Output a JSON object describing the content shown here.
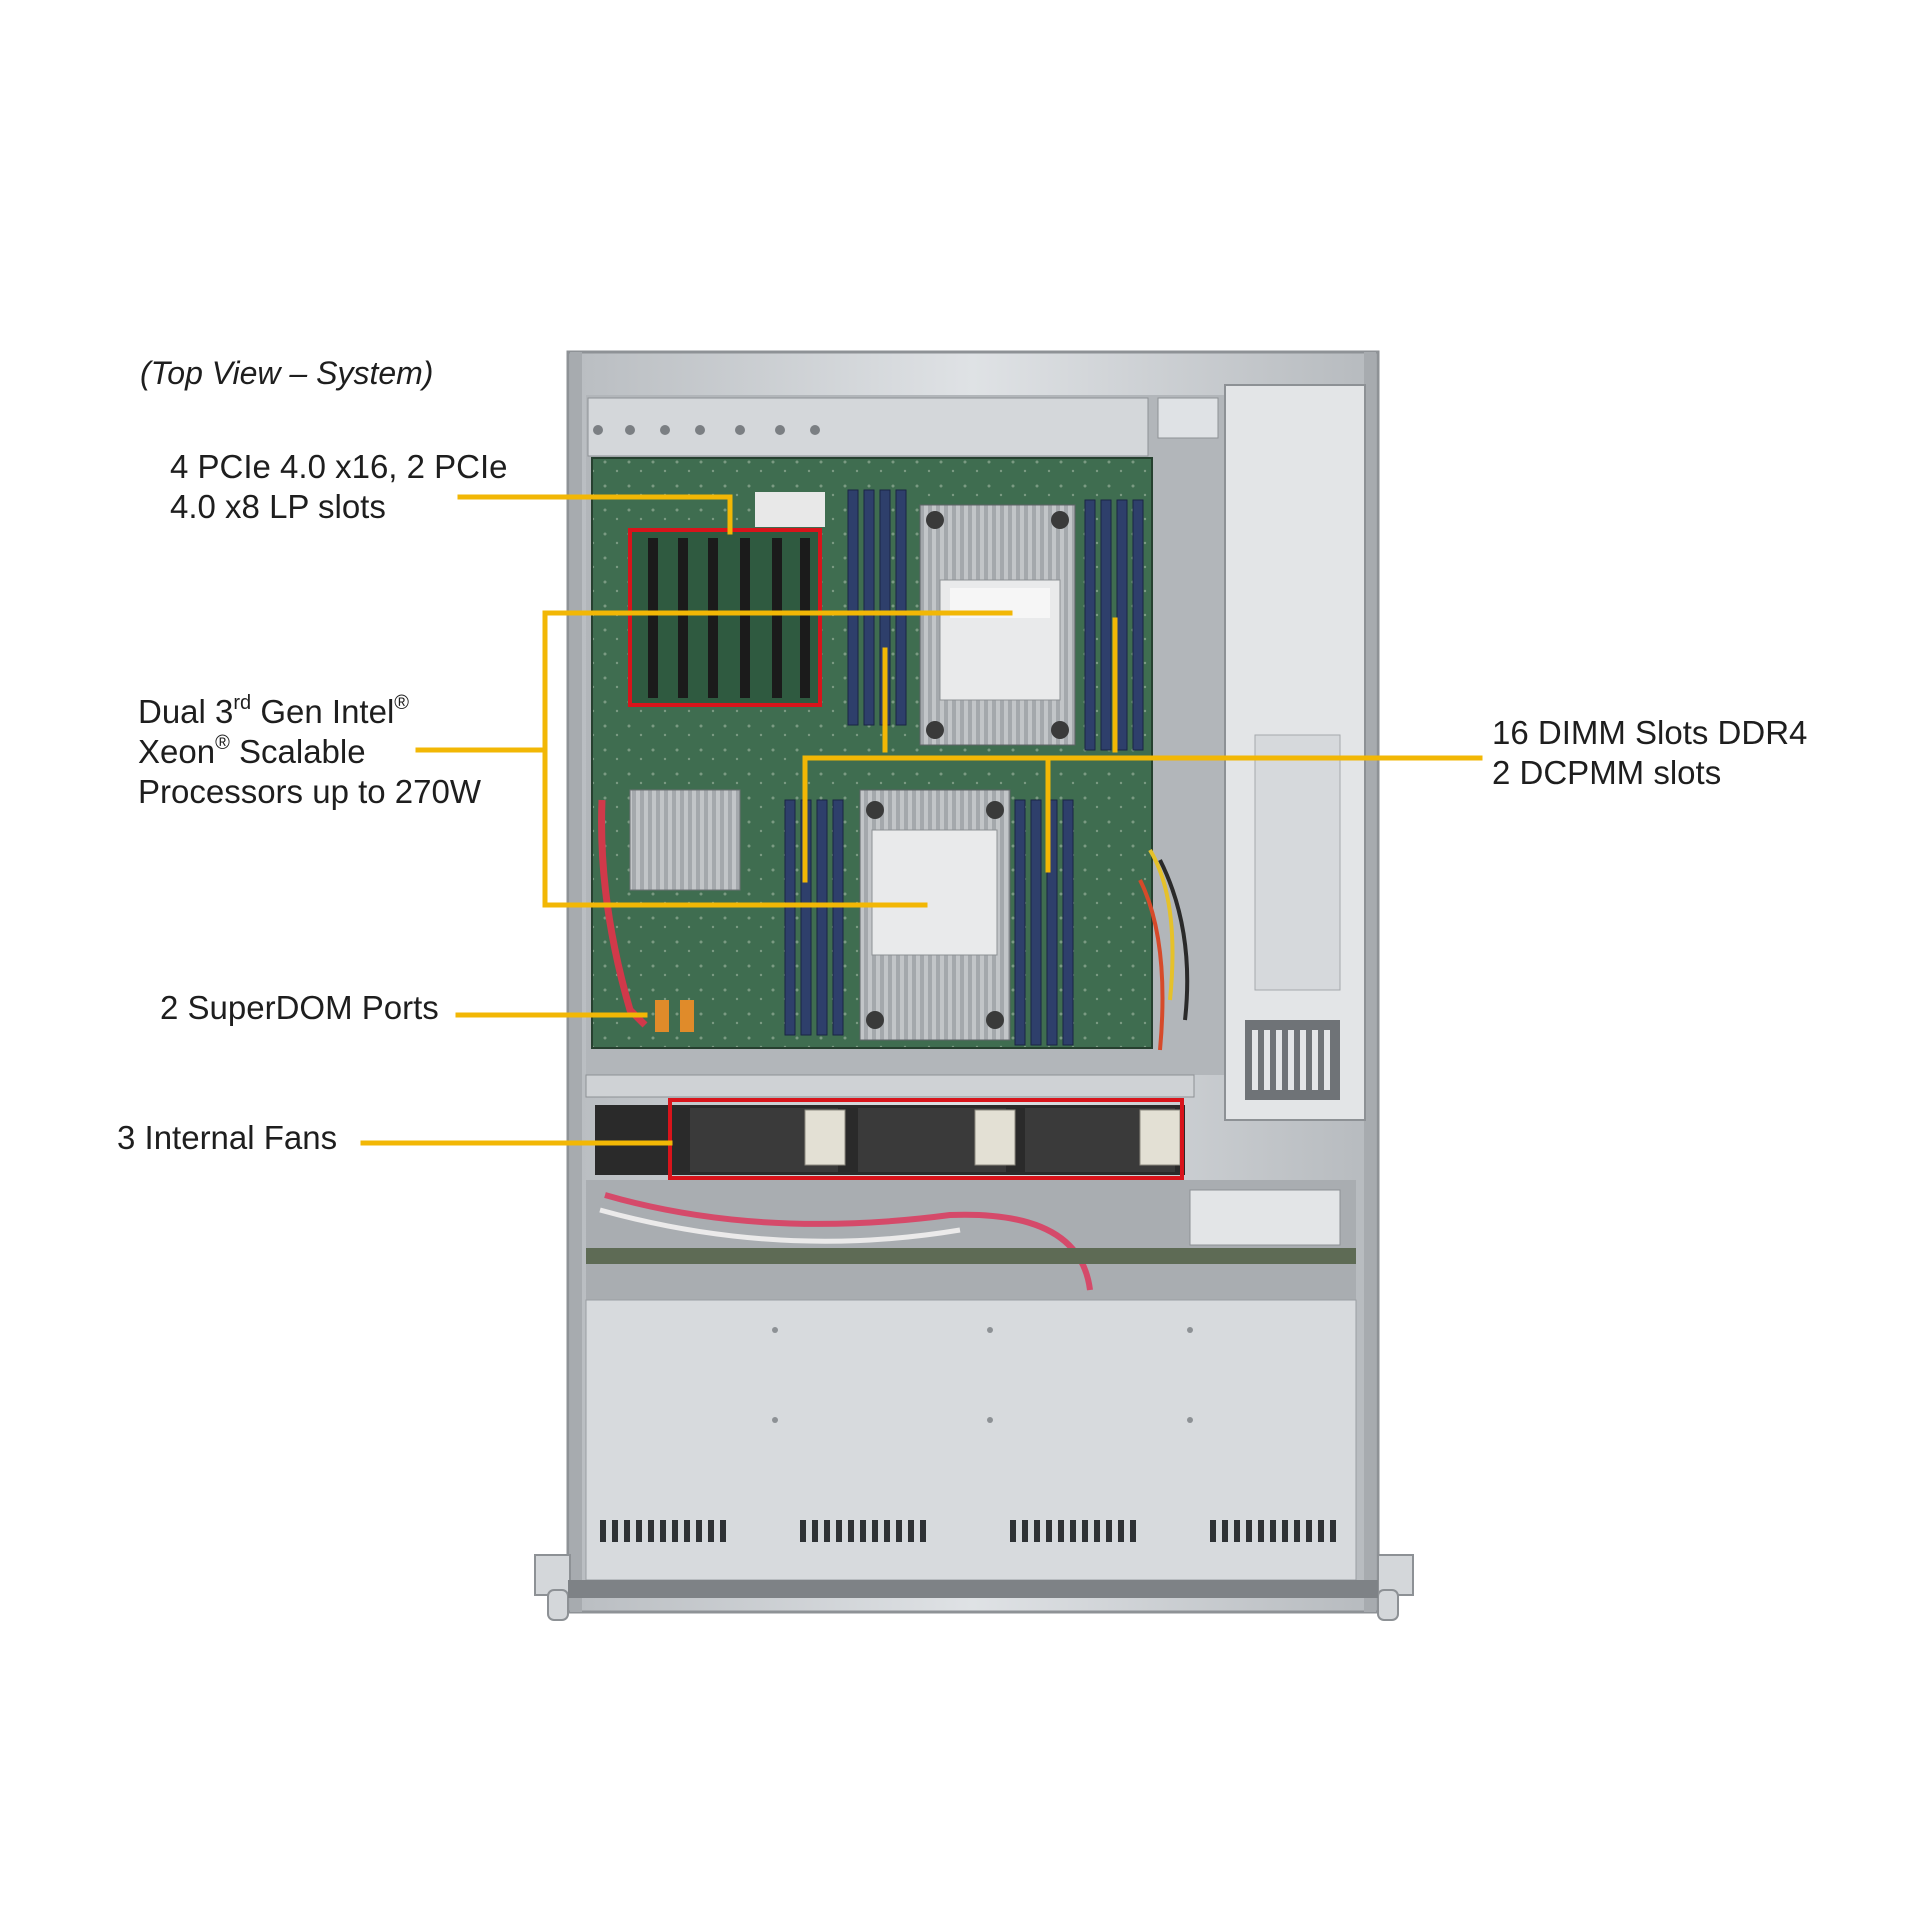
{
  "title": "(Top View – System)",
  "callouts": {
    "pcie": {
      "line1": "4 PCIe 4.0 x16, 2 PCIe",
      "line2": "4.0 x8 LP slots"
    },
    "cpu": {
      "line1_pre": "Dual 3",
      "line1_sup": "rd",
      "line1_mid": " Gen Intel",
      "line1_reg": "®",
      "line2_pre": "Xeon",
      "line2_reg": "®",
      "line2_post": " Scalable",
      "line3": "Processors up to 270W"
    },
    "dimm": {
      "line1": "16 DIMM  Slots DDR4",
      "line2": "2 DCPMM slots"
    },
    "superdom": {
      "line1": "2 SuperDOM  Ports"
    },
    "fans": {
      "line1": "3 Internal  Fans"
    }
  },
  "colors": {
    "leader_line": "#f2b705",
    "highlight_box": "#d8141b",
    "chassis": "#c8ccd0",
    "motherboard": "#3d6b4f",
    "dimm": "#2e3f6b"
  }
}
